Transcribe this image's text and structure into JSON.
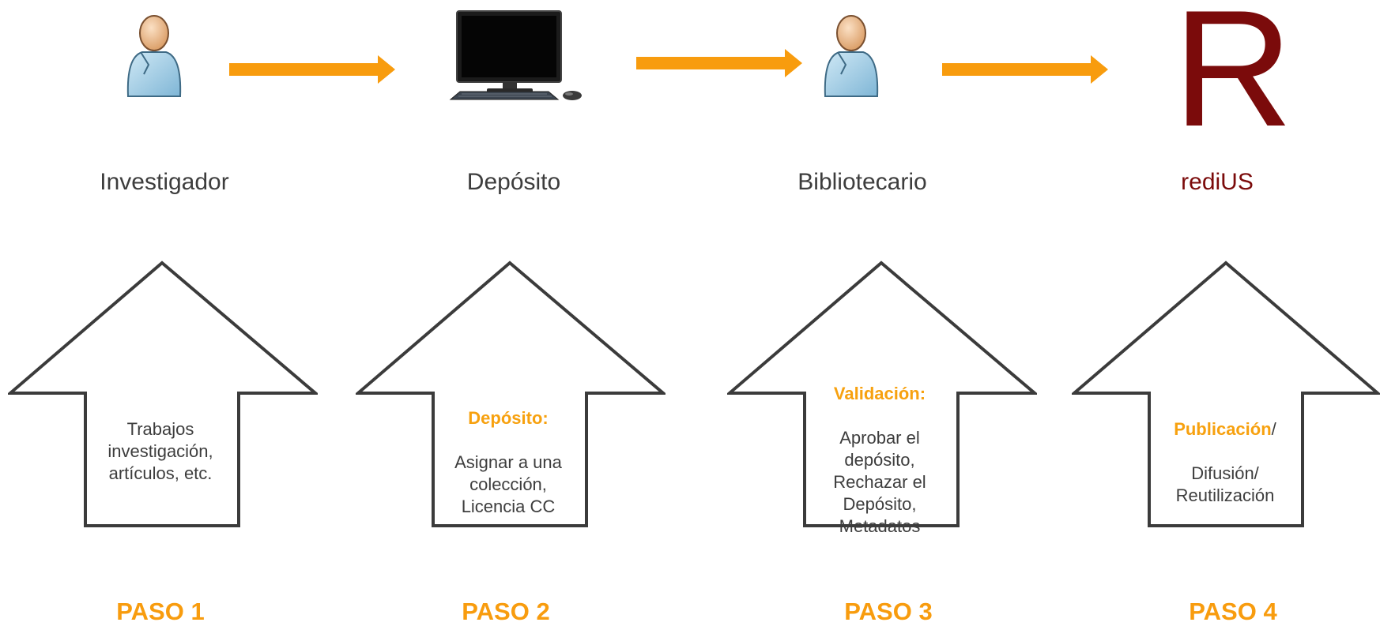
{
  "steps": [
    {
      "title": "Investigador",
      "icon": "person-icon",
      "box_highlight": "",
      "box_text": "Trabajos\ninvestigación,\nartículos, etc.",
      "paso": "PASO 1"
    },
    {
      "title": "Depósito",
      "icon": "computer-icon",
      "box_highlight": "Depósito:",
      "box_text": "Asignar a una\ncolección,\nLicencia CC",
      "paso": "PASO 2"
    },
    {
      "title": "Bibliotecario",
      "icon": "person-icon",
      "box_highlight": "Validación:",
      "box_text": "Aprobar el\ndepósito,\nRechazar el\nDepósito,\nMetadatos",
      "paso": "PASO 3"
    },
    {
      "title": "rediUS",
      "icon": "redius-logo",
      "box_highlight": "Publicación",
      "box_highlight_suffix": "/",
      "box_text": "Difusión/\nReutilización",
      "paso": "PASO 4"
    }
  ],
  "logo": {
    "letter": "R"
  },
  "colors": {
    "flow_arrow": "#f89c0e",
    "highlight": "#f7a10f",
    "brand": "#7b0b0b",
    "outline": "#3b3b3b"
  }
}
